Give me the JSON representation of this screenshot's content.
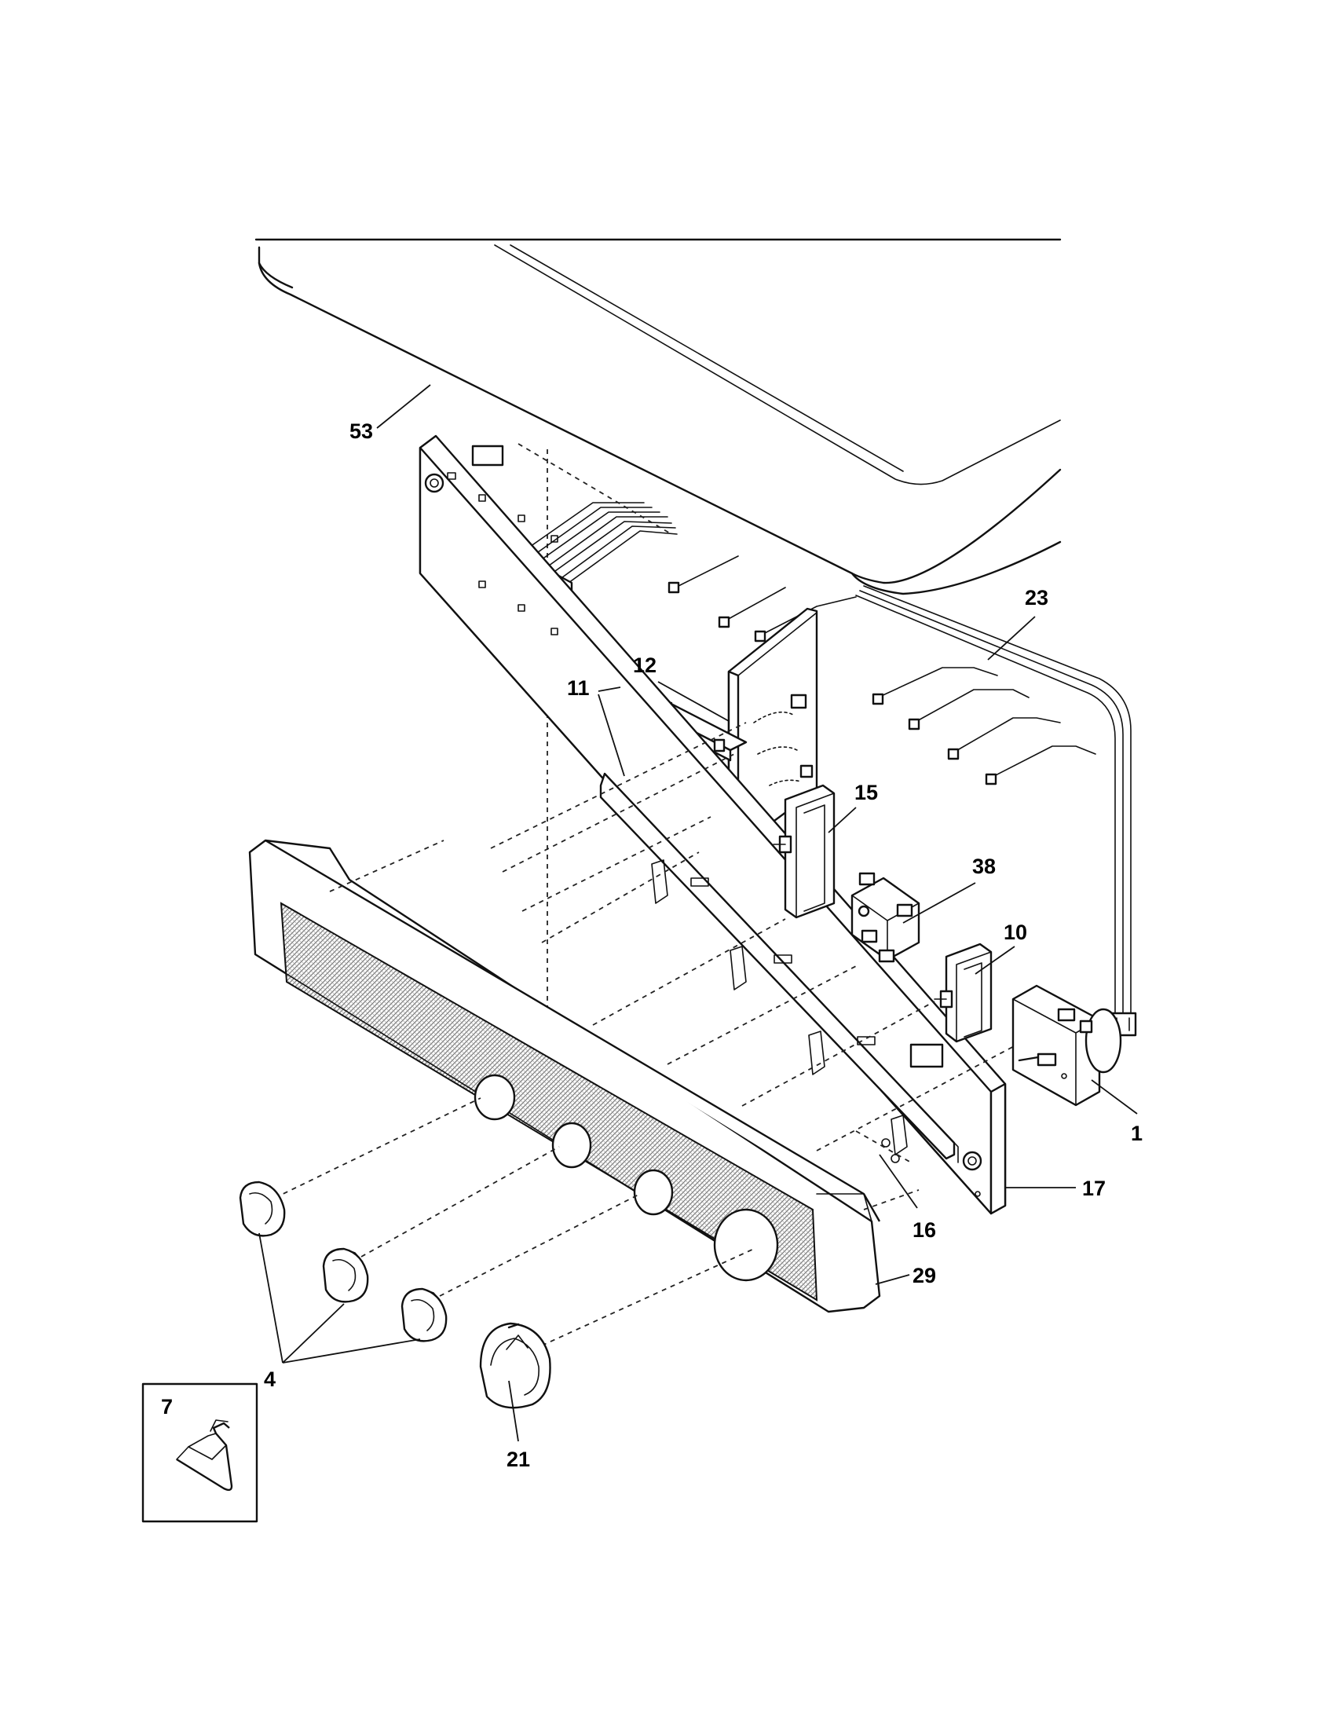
{
  "diagram": {
    "callouts": [
      {
        "id": "53",
        "label": "53"
      },
      {
        "id": "23",
        "label": "23"
      },
      {
        "id": "12",
        "label": "12"
      },
      {
        "id": "11",
        "label": "11"
      },
      {
        "id": "15",
        "label": "15"
      },
      {
        "id": "38",
        "label": "38"
      },
      {
        "id": "10",
        "label": "10"
      },
      {
        "id": "1",
        "label": "1"
      },
      {
        "id": "17",
        "label": "17"
      },
      {
        "id": "16",
        "label": "16"
      },
      {
        "id": "29",
        "label": "29"
      },
      {
        "id": "4",
        "label": "4"
      },
      {
        "id": "21",
        "label": "21"
      },
      {
        "id": "7",
        "label": "7"
      }
    ],
    "colors": {
      "line": "#111111",
      "grille": "#c8c8c8",
      "background": "#ffffff"
    }
  }
}
